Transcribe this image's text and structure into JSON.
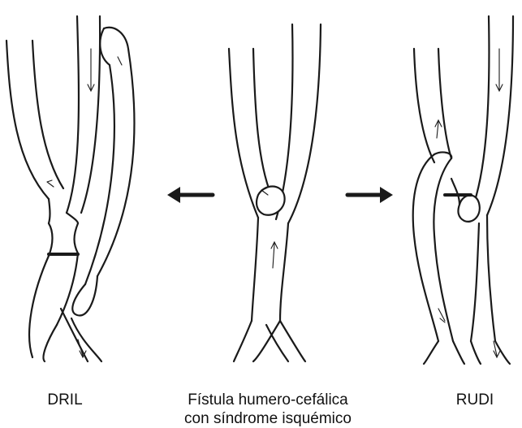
{
  "labels": {
    "dril": "DRIL",
    "fistula_line1": "Fístula humero-cefálica",
    "fistula_line2": "con síndrome isquémico",
    "rudi": "RUDI"
  },
  "arrows": [
    {
      "name": "arrow-left-icon",
      "direction": "left"
    },
    {
      "name": "arrow-right-icon",
      "direction": "right"
    }
  ],
  "colors": {
    "ink": "#1a1a1a",
    "background": "#ffffff"
  }
}
